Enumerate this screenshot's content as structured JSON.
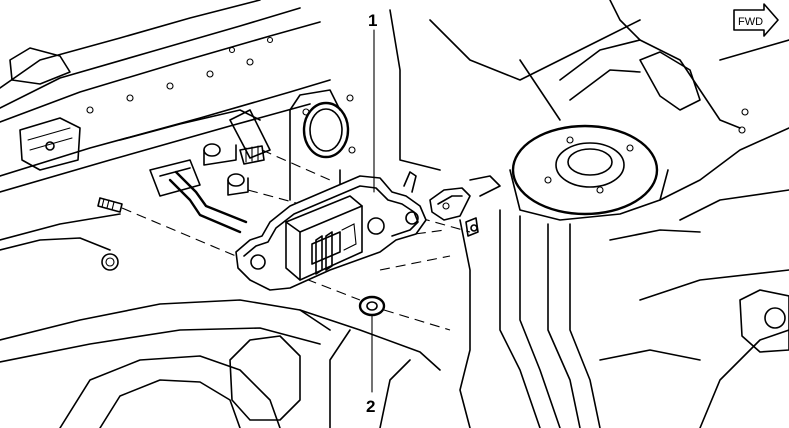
{
  "diagram": {
    "callouts": [
      {
        "label": "1"
      },
      {
        "label": "2"
      }
    ],
    "direction_badge": "FWD"
  }
}
